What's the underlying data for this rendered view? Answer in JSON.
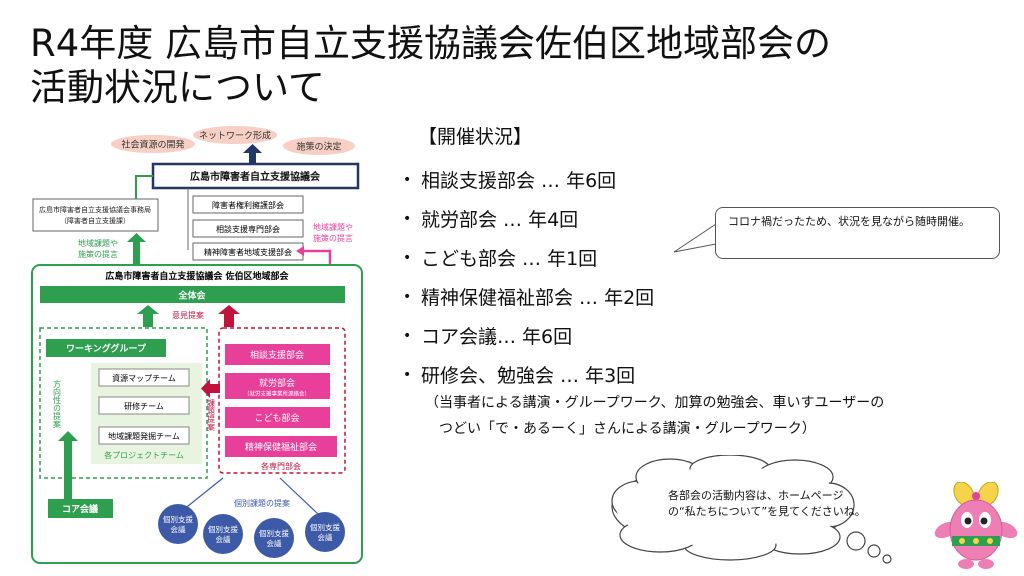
{
  "title": {
    "line1": "R4年度 広島市自立支援協議会佐伯区地域部会の",
    "line2": "活動状況について"
  },
  "diagram": {
    "top_ovals": [
      "社会資源の開発",
      "ネットワーク形成",
      "施策の決定"
    ],
    "council": "広島市障害者自立支援協議会",
    "secretariat_line1": "広島市障害者自立支援協議会事務局",
    "secretariat_line2": "（障害者自立支援課）",
    "subcommittees": [
      "障害者権利擁護部会",
      "相談支援専門部会",
      "精神障害者地域支援部会"
    ],
    "left_proposal": [
      "地域課題や",
      "施策の提言"
    ],
    "right_proposal": [
      "地域課題や",
      "施策の提言"
    ],
    "region_title": "広島市障害者自立支援協議会 佐伯区地域部会",
    "general_meeting": "全体会",
    "opinion": "意見提案",
    "working_group": "ワーキンググループ",
    "direction_proposal": "方向性の提案",
    "projects": [
      "資源マップチーム",
      "研修チーム",
      "地域課題発掘チーム"
    ],
    "projects_label": "各プロジェクトチーム",
    "issue_proposal_vertical": "課題提案",
    "departments": [
      "相談支援部会",
      "就労部会",
      "こども部会",
      "精神保健福祉部会"
    ],
    "department_sub": "（就労支援事業所連絡会）",
    "departments_label": "各専門部会",
    "core_meeting": "コア会議",
    "individual_proposal": "個別課題の提案",
    "individual_meeting": [
      "個別支援",
      "会議"
    ],
    "colors": {
      "navy": "#1f3864",
      "green": "#2e9e4f",
      "magenta": "#e8409a",
      "red": "#c0143c",
      "blue": "#3d5aa8",
      "salmon": "#f7cfc4"
    }
  },
  "status": {
    "heading": "【開催状況】",
    "items": [
      "相談支援部会 … 年6回",
      "就労部会 … 年4回",
      "こども部会 … 年1回",
      "精神保健福祉部会 … 年2回",
      "コア会議… 年6回",
      "研修会、勉強会 … 年3回"
    ],
    "bullet": "•",
    "note_line1": "（当事者による講演・グループワーク、加算の勉強会、車いすユーザーの",
    "note_line2": "つどい「で・あるーく」さんによる講演・グループワーク）",
    "callout": "コロナ禍だったため、状況を見ながら随時開催。",
    "cloud": "各部会の活動内容は、ホームページの“私たちについて”を見てくださいね。"
  }
}
